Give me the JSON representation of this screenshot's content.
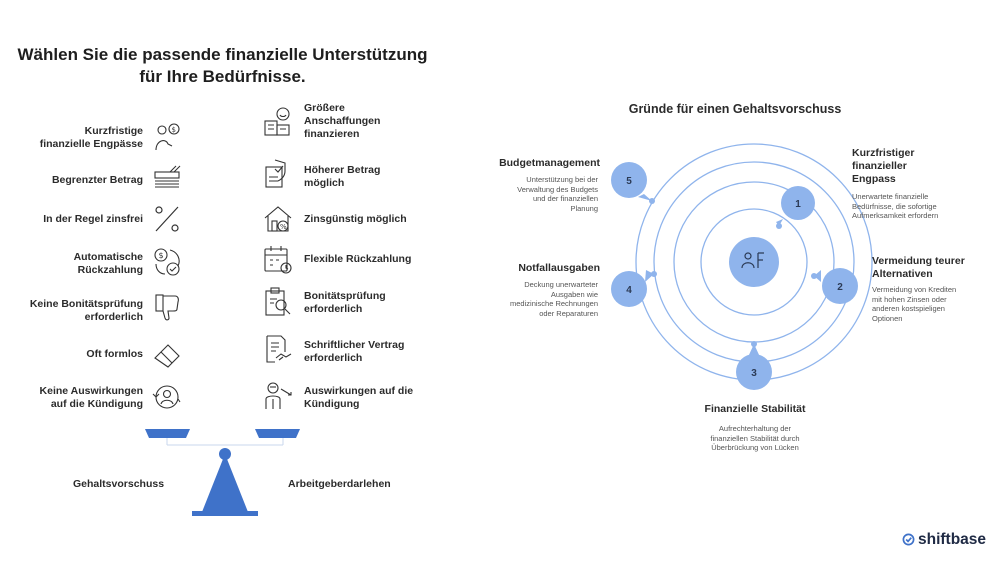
{
  "left_panel": {
    "title_line1": "Wählen Sie die passende finanzielle Unterstützung",
    "title_line2": "für Ihre Bedürfnisse.",
    "left_items": [
      {
        "line1": "Kurzfristige",
        "line2": "finanzielle Engpässe",
        "icon": "person-coin-icon"
      },
      {
        "line1": "Begrenzter Betrag",
        "line2": "",
        "icon": "money-stack-icon"
      },
      {
        "line1": "In der Regel zinsfrei",
        "line2": "",
        "icon": "percent-icon"
      },
      {
        "line1": "Automatische",
        "line2": "Rückzahlung",
        "icon": "auto-repay-icon"
      },
      {
        "line1": "Keine Bonitätsprüfung",
        "line2": "erforderlich",
        "icon": "thumbs-down-icon"
      },
      {
        "line1": "Oft formlos",
        "line2": "",
        "icon": "eraser-icon"
      },
      {
        "line1": "Keine Auswirkungen",
        "line2": "auf die Kündigung",
        "icon": "person-refresh-icon"
      }
    ],
    "right_items": [
      {
        "line1": "Größere",
        "line2": "Anschaffungen",
        "line3": "finanzieren",
        "icon": "building-smile-icon"
      },
      {
        "line1": "Höherer Betrag",
        "line2": "möglich",
        "line3": "",
        "icon": "shield-document-icon"
      },
      {
        "line1": "Zinsgünstig möglich",
        "line2": "",
        "line3": "",
        "icon": "house-percent-icon"
      },
      {
        "line1": "Flexible Rückzahlung",
        "line2": "",
        "line3": "",
        "icon": "calendar-icon"
      },
      {
        "line1": "Bonitätsprüfung",
        "line2": "erforderlich",
        "line3": "",
        "icon": "clipboard-search-icon"
      },
      {
        "line1": "Schriftlicher Vertrag",
        "line2": "erforderlich",
        "line3": "",
        "icon": "contract-handshake-icon"
      },
      {
        "line1": "Auswirkungen auf die",
        "line2": "Kündigung",
        "line3": "",
        "icon": "person-warning-icon"
      }
    ],
    "scale_left_label": "Gehaltsvorschuss",
    "scale_right_label": "Arbeitgeberdarlehen",
    "scale_color": "#3f72c9"
  },
  "right_panel": {
    "title": "Gründe für einen Gehaltsvorschuss",
    "accent_color": "#8fb4ec",
    "center_icon": "people-icon",
    "reasons": [
      {
        "num": "1",
        "title_lines": [
          "Kurzfristiger",
          "finanzieller",
          "Engpass"
        ],
        "desc_lines": [
          "Unerwartete finanzielle",
          "Bedürfnisse, die sofortige",
          "Aufmerksamkeit erfordern"
        ]
      },
      {
        "num": "2",
        "title_lines": [
          "Vermeidung teurer",
          "Alternativen"
        ],
        "desc_lines": [
          "Vermeidung von Krediten",
          "mit hohen Zinsen oder",
          "anderen kostspieligen",
          "Optionen"
        ]
      },
      {
        "num": "3",
        "title_lines": [
          "Finanzielle Stabilität"
        ],
        "desc_lines": [
          "Aufrechterhaltung der",
          "finanziellen Stabilität durch",
          "Überbrückung von Lücken"
        ]
      },
      {
        "num": "4",
        "title_lines": [
          "Notfallausgaben"
        ],
        "desc_lines": [
          "Deckung unerwarteter",
          "Ausgaben wie",
          "medizinische Rechnungen",
          "oder Reparaturen"
        ]
      },
      {
        "num": "5",
        "title_lines": [
          "Budgetmanagement"
        ],
        "desc_lines": [
          "Unterstützung bei der",
          "Verwaltung des Budgets",
          "und der finanziellen",
          "Planung"
        ]
      }
    ]
  },
  "brand": {
    "name": "shiftbase",
    "icon": "shiftbase-check-icon",
    "color": "#1f2a44"
  }
}
